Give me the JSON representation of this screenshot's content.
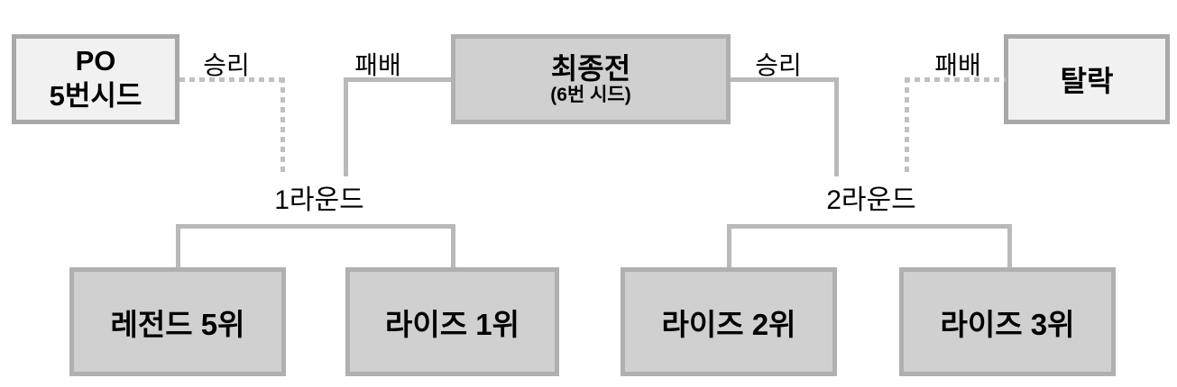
{
  "colors": {
    "background": "#ffffff",
    "connector_line": "#b9b9b9",
    "dashed_line": "#c0c0c0",
    "box_border_light": "#a9a9a9",
    "box_border_dark": "#b0b0b0",
    "box_fill_light": "#f1f1f1",
    "box_fill_dark": "#d0d0d0",
    "text": "#000000"
  },
  "bracket": {
    "po_box": {
      "line1": "PO",
      "line2": "5번시드"
    },
    "final_box": {
      "title": "최종전",
      "subtitle": "(6번 시드)"
    },
    "eliminated_box": {
      "label": "탈락"
    },
    "round1": {
      "label": "1라운드",
      "win_label": "승리",
      "lose_label": "패배",
      "teams": [
        "레전드 5위",
        "라이즈 1위"
      ]
    },
    "round2": {
      "label": "2라운드",
      "win_label": "승리",
      "lose_label": "패배",
      "teams": [
        "라이즈 2위",
        "라이즈 3위"
      ]
    }
  }
}
